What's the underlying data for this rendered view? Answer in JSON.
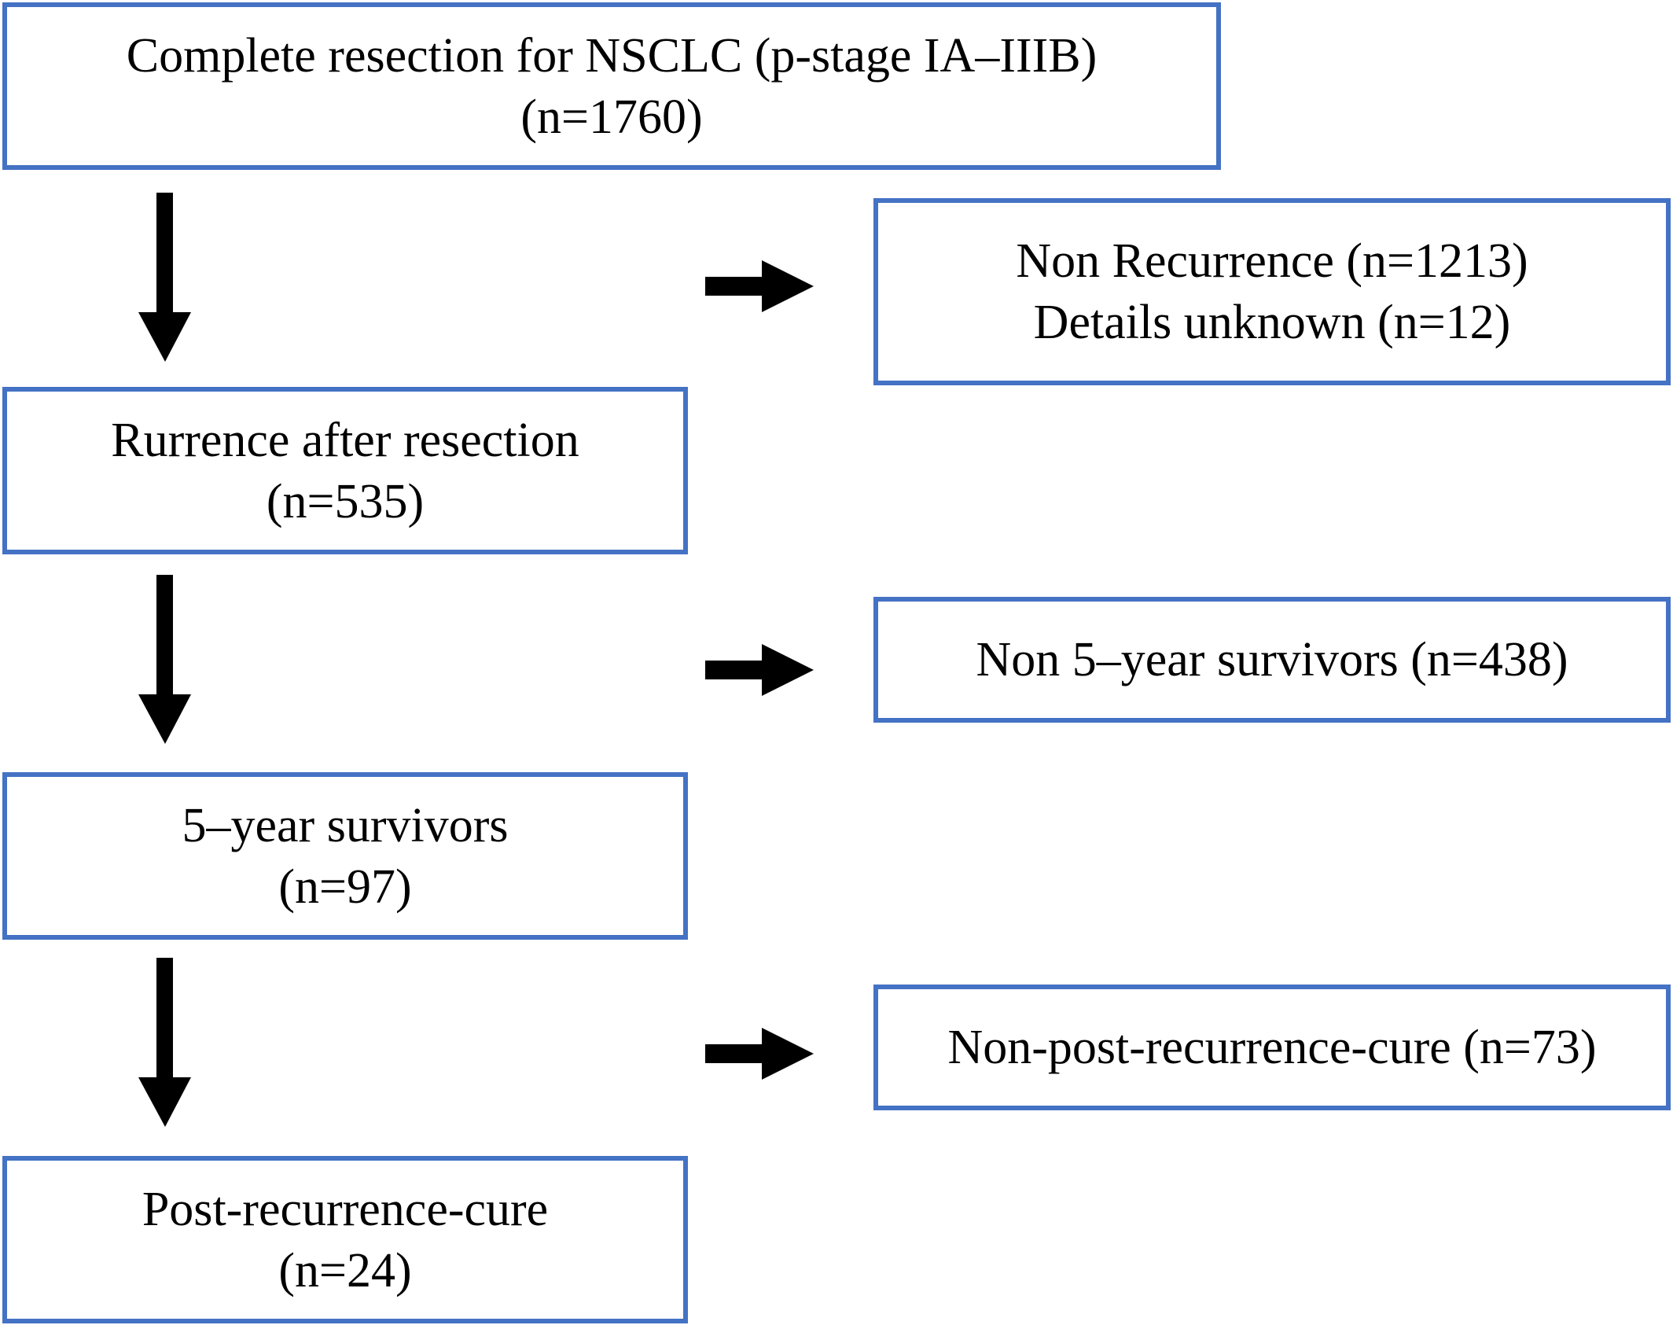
{
  "flowchart": {
    "main": [
      {
        "line1": "Complete resection for NSCLC (p-stage IA–IIIB)",
        "line2": "(n=1760)"
      },
      {
        "line1": "Rurrence after resection",
        "line2": "(n=535)"
      },
      {
        "line1": "5–year survivors",
        "line2": "(n=97)"
      },
      {
        "line1": "Post-recurrence-cure",
        "line2": "(n=24)"
      }
    ],
    "excluded": [
      {
        "line1": "Non Recurrence (n=1213)",
        "line2": "Details unknown (n=12)"
      },
      {
        "line1": "Non 5–year survivors (n=438)"
      },
      {
        "line1": "Non-post-recurrence-cure (n=73)"
      }
    ]
  },
  "colors": {
    "box_border": "#4472C4",
    "arrow": "#000000"
  }
}
